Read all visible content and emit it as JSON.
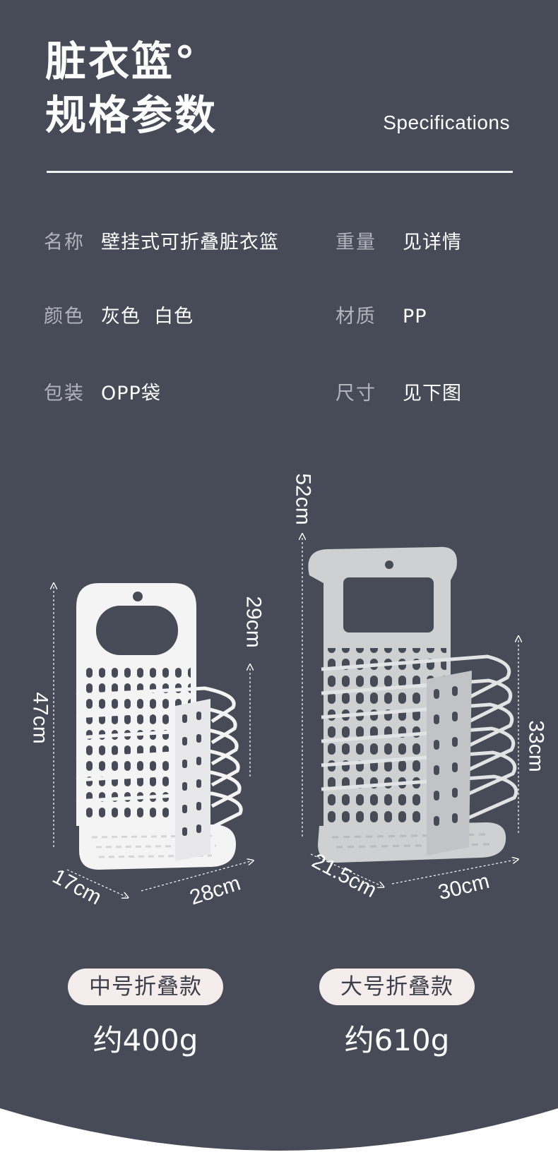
{
  "header": {
    "title_line1": "脏衣篮°",
    "title_line2": "规格参数",
    "subtitle_en": "Specifications"
  },
  "specs": [
    {
      "label": "名称",
      "value": "壁挂式可折叠脏衣篮"
    },
    {
      "label": "重量",
      "value": "见详情"
    },
    {
      "label": "颜色",
      "value": "灰色  白色"
    },
    {
      "label": "材质",
      "value": "PP"
    },
    {
      "label": "包装",
      "value": "OPP袋"
    },
    {
      "label": "尺寸",
      "value": "见下图"
    }
  ],
  "products": [
    {
      "name": "中号折叠款",
      "weight": "约400g",
      "color": "#f4f4f4",
      "dimensions": {
        "height": "47cm",
        "basket_height": "29cm",
        "depth": "17cm",
        "width": "28cm"
      }
    },
    {
      "name": "大号折叠款",
      "weight": "约610g",
      "color": "#cfd0d2",
      "dimensions": {
        "height": "52cm",
        "basket_height": "33cm",
        "depth": "21.5cm",
        "width": "30cm"
      }
    }
  ],
  "colors": {
    "background": "#474a57",
    "pill": "#f5ecec",
    "bottom": "#ffffff"
  }
}
